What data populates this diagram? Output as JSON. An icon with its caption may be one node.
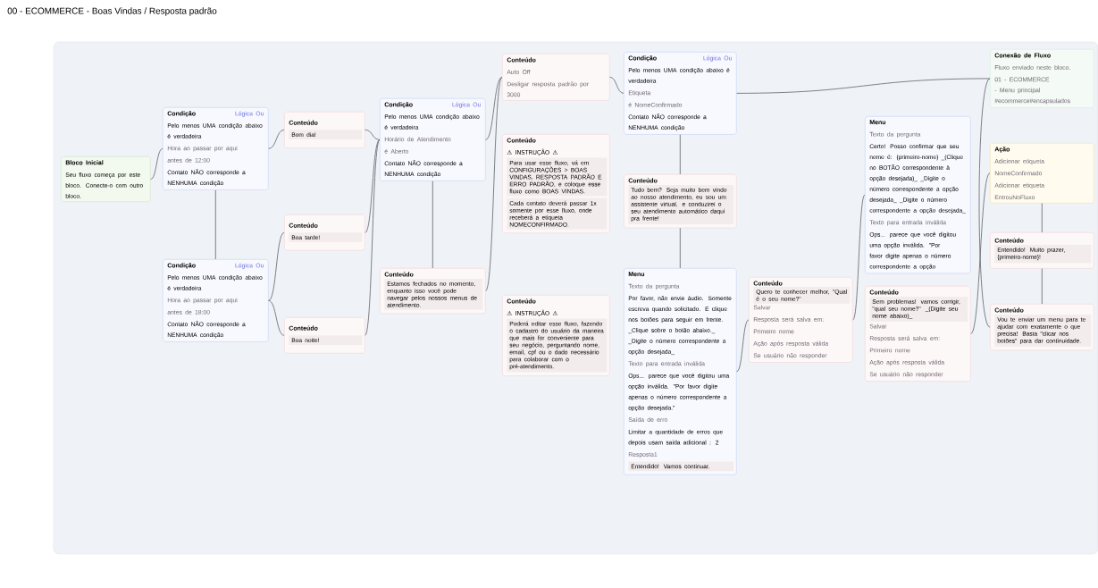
{
  "diagram": {
    "title": "00 - ECOMMERCE - Boas Vindas / Resposta padrão",
    "nodes": [
      {
        "text": [
          "Bloco Inicial",
          "Seu fluxo começa por este bloco. Conecte-o com outro bloco."
        ]
      },
      {
        "text": [
          "Condição",
          "Lógica Ou",
          "Pelo menos UMA condição abaixo é verdadeira",
          "Hora ao passar por aqui",
          "antes de 12:00",
          "Contato NÃO corresponde a NENHUMA condição"
        ]
      },
      {
        "text": [
          "Condição",
          "Lógica Ou",
          "Pelo menos UMA condição abaixo é verdadeira",
          "Hora ao passar por aqui",
          "antes de 18:00",
          "Contato NÃO corresponde a NENHUMA condição"
        ]
      },
      {
        "text": [
          "Conteúdo",
          "Bom dia!"
        ]
      },
      {
        "text": [
          "Conteúdo",
          "Boa tarde!"
        ]
      },
      {
        "text": [
          "Conteúdo",
          "Boa noite!"
        ]
      },
      {
        "text": [
          "Condição",
          "Lógica Ou",
          "Pelo menos UMA condição abaixo é verdadeira",
          "Horário de Atendimento",
          "é Aberto",
          "Contato NÃO corresponde a NENHUMA condição"
        ]
      },
      {
        "text": [
          "Conteúdo",
          "Estamos fechados no momento, enquanto isso você pode navegar pelos nossos menus de atendimento."
        ]
      },
      {
        "text": [
          "Conteúdo",
          "Auto Off",
          "Desligar resposta padrão por 3000"
        ]
      },
      {
        "text": [
          "Condição",
          "Lógica Ou",
          "Pelo menos UMA condição abaixo é verdadeira",
          "Etiqueta",
          "é NomeConfirmado",
          "Contato NÃO corresponde a NENHUMA condição"
        ]
      },
      {
        "text": [
          "Conexão de Fluxo",
          "Fluxo enviado neste bloco.",
          "01 - ECOMMERCE - Menu principal #ecommerce#encapsulados"
        ]
      },
      {
        "text": [
          "Conteúdo",
          "⚠ INSTRUÇÃO ⚠",
          "Para usar esse fluxo, vá em CONFIGURAÇÕES > BOAS VINDAS, RESPOSTA PADRÃO E ERRO PADRÃO, e coloque esse fluxo como BOAS VINDAS.",
          "Cada contato deverá passar 1x somente por esse fluxo, onde receberá a etiqueta NOMECONFIRMADO."
        ]
      },
      {
        "text": [
          "Conteúdo",
          "⚠ INSTRUÇÃO ⚠",
          "Poderá editar esse fluxo, fazendo o cadastro do usuário da maneira que mais for conveniente para seu negócio, perguntando nome, email, cpf ou o dado necessário para colaborar com o pré-atendimento."
        ]
      },
      {
        "text": [
          "Conteúdo",
          "Tudo bem? Seja muito bem vindo ao nosso atendimento, eu sou um assistente virtual. e conduzirei o seu atendimento automático daqui pra frente!"
        ]
      },
      {
        "text": [
          "Menu",
          "Texto da pergunta",
          "Por favor, não envie áudio. Somente escreva quando solicitado. E clique nos botões para seguir em frente. _Clique sobre o botão abaixo._ _Digite o número correspondente a opção desejada_",
          "Texto para entrada inválida",
          "Ops... parece que você digitou uma opção inválida. \"Por favor digite apenas o número correspondente a opção desejada.\"",
          "Saída de erro",
          "Limitar a quantidade de erros que depois usam saída adicional : 2",
          "Resposta1",
          "Entendido! Vamos continuar."
        ]
      },
      {
        "text": [
          "Conteúdo",
          "Quero te conhecer melhor, \"Qual é o seu nome?\"",
          "Salvar",
          "Resposta será salva em:",
          "Primeiro nome",
          "Ação após resposta válida",
          "Se usuário não responder"
        ]
      },
      {
        "text": [
          "Menu",
          "Texto da pergunta",
          "Certo! Posso confirmar que seu nome é: {primeiro-nome} _(Clique no BOTÃO correspondente à opção desejada)_ _Digite o número correspondente a opção desejada_ _Digite o número correspondente a opção desejada_",
          "Texto para entrada inválida",
          "Ops... parece que você digitou uma opção inválida. \"Por favor digite apenas o número correspondente a opção"
        ]
      },
      {
        "text": [
          "Conteúdo",
          "Sem problemas! vamos corrigir, \"qual seu nome?\" _(Digite seu nome abaixo)_",
          "Salvar",
          "Resposta será salva em:",
          "Primeiro nome",
          "Ação após resposta válida",
          "Se usuário não responder"
        ]
      },
      {
        "text": [
          "Ação",
          "Adicionar etiqueta",
          "NomeConfirmado",
          "Adicionar etiqueta",
          "EntrouNoFluxo"
        ]
      },
      {
        "text": [
          "Conteúdo",
          "Entendido! Muito prazer, {primeiro-nome}!"
        ]
      },
      {
        "text": [
          "Conteúdo",
          "Vou te enviar um menu para te ajudar com exatamente o que precisa! Basta \"clicar nos botões\" para dar continuidade."
        ]
      }
    ],
    "edges": [
      {
        "from": 0,
        "to": 1,
        "arrow": "none"
      },
      {
        "from": 1,
        "to": 3,
        "arrow": "none"
      },
      {
        "from": 1,
        "to": 2,
        "arrow": "none"
      },
      {
        "from": 2,
        "to": 4,
        "arrow": "none"
      },
      {
        "from": 2,
        "to": 5,
        "arrow": "none"
      },
      {
        "from": 3,
        "to": 6,
        "arrow": "none"
      },
      {
        "from": 4,
        "to": 6,
        "arrow": "none"
      },
      {
        "from": 5,
        "to": 6,
        "arrow": "none"
      },
      {
        "from": 6,
        "to": 8,
        "arrow": "none"
      },
      {
        "from": 6,
        "to": 7,
        "arrow": "none"
      },
      {
        "from": 7,
        "to": 8,
        "arrow": "none"
      },
      {
        "from": 8,
        "to": 9,
        "arrow": "none"
      },
      {
        "from": 9,
        "to": 10,
        "arrow": "none"
      },
      {
        "from": 9,
        "to": 13,
        "arrow": "none"
      },
      {
        "from": 13,
        "to": 14,
        "arrow": "none"
      },
      {
        "from": 14,
        "to": 15,
        "arrow": "none"
      },
      {
        "from": 15,
        "to": 16,
        "arrow": "none"
      },
      {
        "from": 17,
        "to": 18,
        "arrow": "none"
      },
      {
        "from": 18,
        "to": 19,
        "arrow": "none"
      },
      {
        "from": 19,
        "to": 20,
        "arrow": "none"
      },
      {
        "from": 20,
        "to": 10,
        "arrow": "none"
      }
    ]
  }
}
